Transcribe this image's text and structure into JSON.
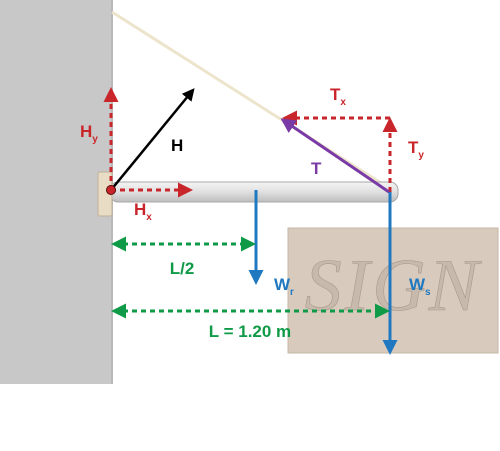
{
  "labels": {
    "hy": "H",
    "hy_sub": "y",
    "hx": "H",
    "hx_sub": "x",
    "h": "H",
    "tx": "T",
    "tx_sub": "x",
    "ty": "T",
    "ty_sub": "y",
    "t": "T",
    "wr": "W",
    "wr_sub": "r",
    "ws": "W",
    "ws_sub": "s",
    "half_length": "L/2",
    "length": "L = 1.20 m"
  },
  "sign": {
    "text": "SIGN"
  },
  "colors": {
    "wall": "#c8c8c8",
    "sign_board": "#d8cbbd",
    "rod": "#e3e3e3",
    "cable": "#ede4cc",
    "red": "#c9262b",
    "blue": "#1f78c0",
    "green": "#0f9a48",
    "purple": "#7a3aa6",
    "black": "#000000"
  },
  "icons": {
    "pivot": "pivot-point",
    "bracket": "wall-bracket"
  }
}
